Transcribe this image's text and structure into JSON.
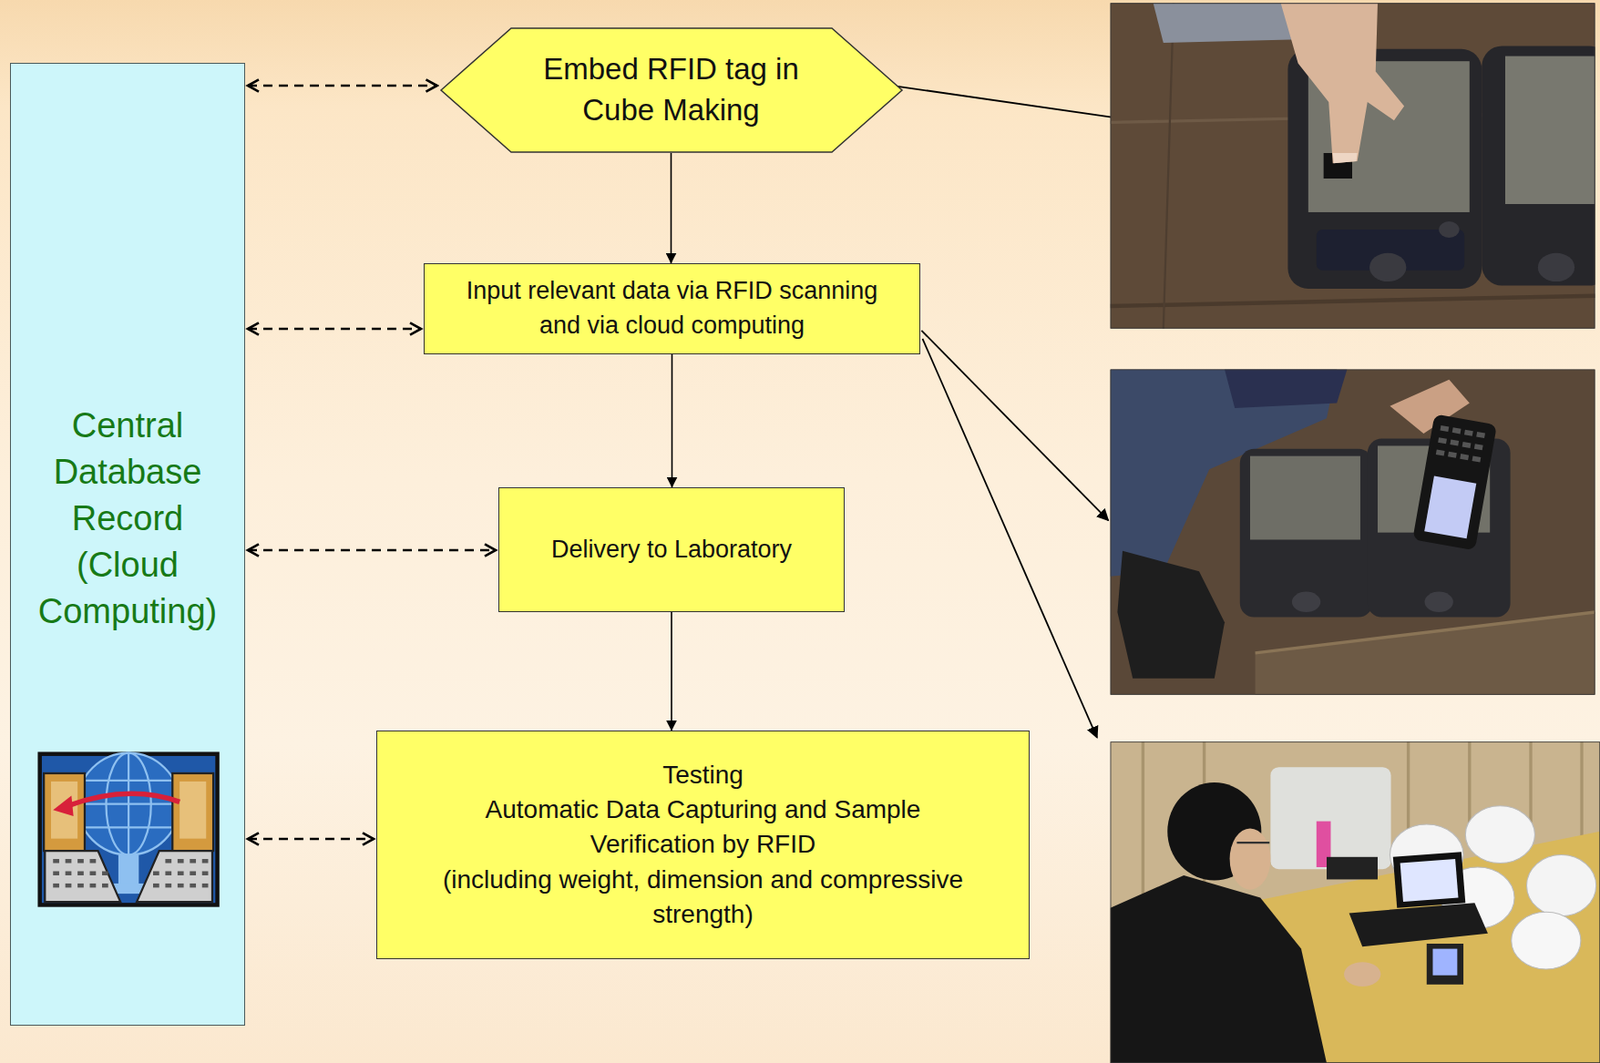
{
  "diagram": {
    "nodes": [
      {
        "text": [
          "Central Database Record (Cloud Computing)"
        ]
      },
      {
        "text": [
          "Embed RFID tag in Cube Making"
        ]
      },
      {
        "text": [
          "Input relevant data via RFID scanning and via cloud computing"
        ]
      },
      {
        "text": [
          "Delivery to Laboratory"
        ]
      },
      {
        "text": [
          "Testing",
          "Automatic Data Capturing and Sample Verification by RFID",
          "(including weight, dimension and compressive strength)"
        ]
      }
    ],
    "edges": [
      {
        "from": 0,
        "to": 1,
        "arrow": "both"
      },
      {
        "from": 0,
        "to": 2,
        "arrow": "both"
      },
      {
        "from": 0,
        "to": 3,
        "arrow": "both"
      },
      {
        "from": 0,
        "to": 4,
        "arrow": "both"
      },
      {
        "from": 1,
        "to": 2,
        "arrow": "to"
      },
      {
        "from": 2,
        "to": 3,
        "arrow": "to"
      },
      {
        "from": 3,
        "to": 4,
        "arrow": "to"
      }
    ]
  }
}
